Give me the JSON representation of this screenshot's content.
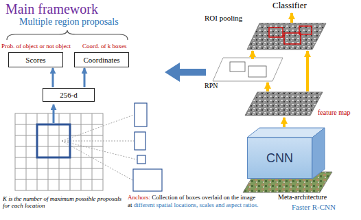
{
  "diagram": {
    "title": "Main framework",
    "nodes": [
      {
        "text": [
          "Scores"
        ]
      },
      {
        "text": [
          "Coordinates"
        ]
      },
      {
        "text": [
          "256-d"
        ]
      },
      {
        "text": [
          "CNN"
        ]
      }
    ],
    "edges": [
      {
        "from": 2,
        "to": 0,
        "arrow": "to"
      },
      {
        "from": 2,
        "to": 1,
        "arrow": "to"
      }
    ],
    "labels": [
      "Multiple region proposals",
      "Prob. of object or not object",
      "Coord. of k boxes",
      "K is the number of maximum possible proposals for each location",
      "Anchors:",
      "Collection of boxes overlaid on the image at",
      "different spatial locations, scales and aspect ratios.",
      "Classifier",
      "ROI pooling",
      "RPN",
      "feature map",
      "Meta-architecture",
      "Faster R-CNN"
    ]
  }
}
